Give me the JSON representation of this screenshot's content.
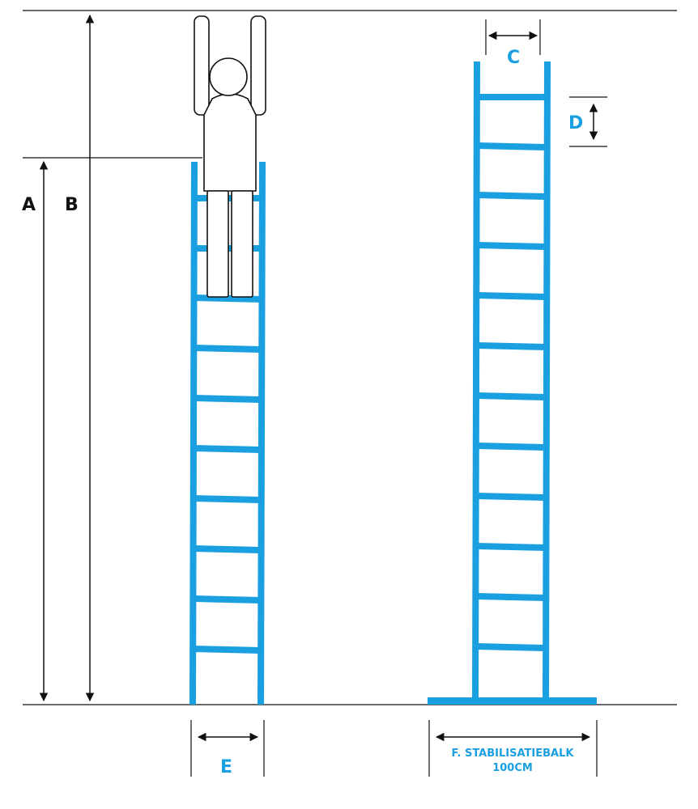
{
  "colors": {
    "ladder": "#1a9fe0",
    "line": "#111111",
    "background": "#ffffff"
  },
  "labels": {
    "a": "A",
    "b": "B",
    "c": "C",
    "d": "D",
    "e": "E",
    "f_line1": "F. STABILISATIEBALK",
    "f_line2": "100CM"
  }
}
